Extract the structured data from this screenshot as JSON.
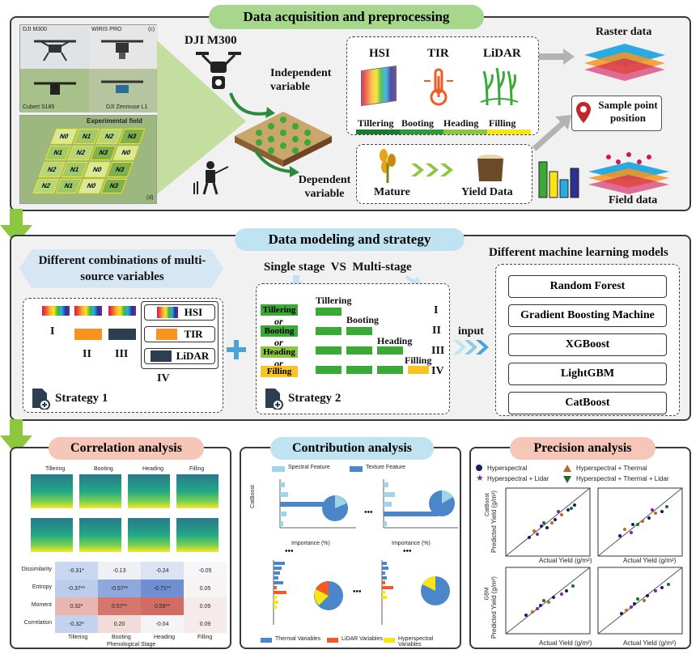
{
  "section1": {
    "title": "Data acquisition and preprocessing",
    "photo_labels": [
      "DJI M300",
      "WIRIS PRO",
      "(c)",
      "Cubert S185",
      "DJI Zenmuse L1",
      "Experimental field",
      "(d)"
    ],
    "field_plots": [
      "N0",
      "N1",
      "N2",
      "N3",
      "N1",
      "N2",
      "N3",
      "N0",
      "N2",
      "N1",
      "N0",
      "N3",
      "N2",
      "N1",
      "N0",
      "N3"
    ],
    "drone_label": "DJI M300",
    "independent": "Independent variable",
    "dependent": "Dependent variable",
    "sensors": [
      "HSI",
      "TIR",
      "LiDAR"
    ],
    "stages": [
      "Tillering",
      "Booting",
      "Heading",
      "Filling"
    ],
    "mature": "Mature",
    "yield": "Yield Data",
    "raster": "Raster data",
    "sample_point": "Sample point position",
    "field_data": "Field data"
  },
  "section2": {
    "title": "Data modeling and strategy",
    "combinations_title": "Different combinations of multi-source variables",
    "roman": [
      "I",
      "II",
      "III",
      "IV"
    ],
    "var_boxes": [
      "HSI",
      "TIR",
      "LiDAR"
    ],
    "strategy1": "Strategy 1",
    "single_vs_multi": "Single stage  VS  Multi-stage",
    "stage_labels": [
      "Tillering",
      "Booting",
      "Heading",
      "Filling"
    ],
    "or": "or",
    "strategy2": "Strategy 2",
    "input": "input",
    "models_title": "Different machine learning models",
    "models": [
      "Random Forest",
      "Gradient Boosting Machine",
      "XGBoost",
      "LightGBM",
      "CatBoost"
    ]
  },
  "section3": {
    "titles": [
      "Correlation analysis",
      "Contribution analysis",
      "Precision analysis"
    ],
    "corr_stages": [
      "Tillering",
      "Booting",
      "Heading",
      "Filling"
    ],
    "corr_rows": [
      "Dissimilarity",
      "Entropy",
      "Moment",
      "Correlation"
    ],
    "corr_values": [
      [
        "-0.31*",
        "-0.13",
        "-0.24",
        "-0.05"
      ],
      [
        "-0.37**",
        "-0.57**",
        "-0.71**",
        "0.05"
      ],
      [
        "0.32*",
        "0.57**",
        "0.59**",
        "0.09"
      ],
      [
        "-0.32*",
        "0.20",
        "-0.04",
        "0.09"
      ]
    ],
    "corr_xlabel": "Phenological Stage",
    "contrib_legend_top": [
      "Spectral Feature",
      "Texture Feature"
    ],
    "contrib_model": "CatBoost",
    "contrib_legend_bottom": [
      "Thermal Variables",
      "LiDAR Variables",
      "Hyperspectral Variables"
    ],
    "importance_label": "Importance (%)",
    "precision_legend": [
      "Hyperspectral",
      "Hyperspectral + Thermal",
      "Hyperspectral + Lidar",
      "Hyperspectral + Thermal + Lidar"
    ],
    "precision_xlabel": "Actual Yield (g/m²)",
    "precision_ylabel": "Predicted Yield (g/m²)",
    "precision_models": [
      "CatBoost",
      "GBM"
    ],
    "ellipsis": "•••"
  },
  "colors": {
    "green_pill": "#a7d68d",
    "blue_pill": "#bfe3f0",
    "pink_pill": "#f6c6b8",
    "arrow_green": "#8dc63f",
    "tir_orange": "#f7941d",
    "lidar_dark": "#2d3e50",
    "filling_yellow": "#f7c325"
  }
}
